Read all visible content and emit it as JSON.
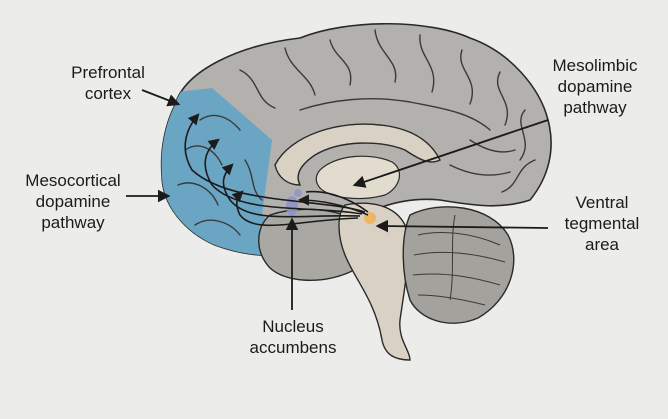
{
  "labels": {
    "prefrontal_cortex": [
      "Prefrontal",
      "cortex"
    ],
    "mesolimbic_pathway": [
      "Mesolimbic",
      "dopamine",
      "pathway"
    ],
    "mesocortical_pathway": [
      "Mesocortical",
      "dopamine",
      "pathway"
    ],
    "ventral_tegmental_area": [
      "Ventral",
      "tegmental",
      "area"
    ],
    "nucleus_accumbens": [
      "Nucleus",
      "accumbens"
    ]
  },
  "colors": {
    "background": "#ececea",
    "cortex": "#b2b1ad",
    "prefrontal": "#6aa6c3",
    "inner_structures": "#d9d2c4",
    "cerebellum": "#a4a29c",
    "nucleus_accumbens": "#8f94c9",
    "vta": "#f0b35a",
    "outline": "#2a2a2a"
  }
}
